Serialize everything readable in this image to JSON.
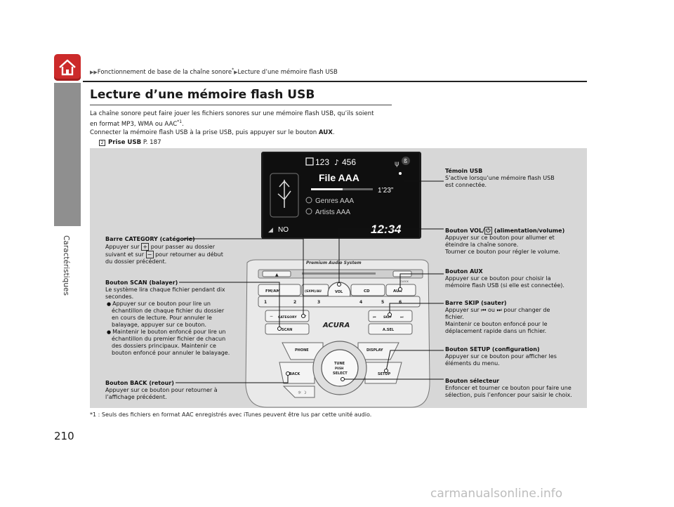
{
  "sidebar": {
    "section_label": "Caractéristiques"
  },
  "breadcrumb": {
    "part1": "Fonctionnement de base de la chaîne sonore",
    "star": "*",
    "part2": "Lecture d’une mémoire flash USB"
  },
  "page": {
    "title": "Lecture d’une mémoire flash USB",
    "intro_line1": "La chaîne sonore peut faire jouer les fichiers sonores sur une mémoire flash USB, qu’ils soient",
    "intro_line2": "en format MP3, WMA ou AAC",
    "intro_sup": "*1",
    "intro_line2_end": ".",
    "intro_line3": "Connecter la mémoire flash USB à la prise USB, puis appuyer sur le bouton ",
    "intro_aux": "AUX",
    "intro_line3_end": ".",
    "ref_label": "Prise USB",
    "ref_page": " P. 187",
    "footnote": "*1 : Seuls des fichiers en format AAC enregistrés avec iTunes peuvent être lus par cette unité audio.",
    "page_number": "210",
    "watermark": "carmanualsonline.info"
  },
  "display": {
    "folder": "123",
    "track": "456",
    "file": "File AAA",
    "time": "1’23”",
    "genre": "Genres AAA",
    "artist": "Artists AAA",
    "mode": "NO",
    "clock": "12:34"
  },
  "unit": {
    "brand": "Premium Audio System",
    "logo": "ACURA",
    "btn_fm": "FM/AM",
    "btn_xm": "(SXM)/AU",
    "btn_cd": "CD",
    "btn_aux": "AUX",
    "btn_vol": "VOL",
    "btn_clock": "CLOCK",
    "presets": [
      "1",
      "2",
      "3",
      "4",
      "5",
      "6"
    ],
    "btn_category": "CATEGORY",
    "btn_scan": "SCAN",
    "btn_skip": "SKIP",
    "btn_asel": "A.SEL",
    "btn_phone": "PHONE",
    "btn_display": "DISPLAY",
    "btn_back": "BACK",
    "btn_setup": "SETUP",
    "knob_l1": "TUNE",
    "knob_l2": "PUSH",
    "knob_l3": "SELECT"
  },
  "callouts": {
    "usb_title": "Témoin USB",
    "usb_text": "S’active lorsqu’une mémoire flash USB\nest connectée.",
    "vol_title_a": "Bouton VOL/",
    "vol_title_b": " (alimentation/volume)",
    "vol_text": "Appuyer sur ce bouton pour allumer et\néteindre la chaîne sonore.\nTourner ce bouton pour régler le volume.",
    "aux_title": "Bouton AUX",
    "aux_text": "Appuyer sur ce bouton pour choisir la\nmémoire flash USB (si elle est connectée).",
    "skip_title": "Barre SKIP (sauter)",
    "skip_text_a": "Appuyer sur ",
    "skip_text_b": " ou ",
    "skip_text_c": " pour changer de",
    "skip_text_d": "fichier.\nMaintenir ce bouton enfoncé pour le\ndéplacement rapide dans un fichier.",
    "setup_title": "Bouton SETUP (configuration)",
    "setup_text": "Appuyer sur ce bouton pour afficher les\néléments du menu.",
    "selector_title": "Bouton sélecteur",
    "selector_text": "Enfoncer et tourner ce bouton pour faire une\nsélection, puis l’enfoncer pour saisir le choix.",
    "category_title": "Barre CATEGORY (catégorie)",
    "category_a": "Appuyer sur ",
    "category_b": " pour passer au dossier",
    "category_c": "suivant et sur ",
    "category_d": " pour retourner au début",
    "category_e": "du dossier précédent.",
    "scan_title": "Bouton SCAN (balayer)",
    "scan_text": "Le système lira chaque fichier pendant dix\nsecondes.",
    "scan_b1": "Appuyer sur ce bouton pour lire un\néchantillon de chaque fichier du dossier\nen cours de lecture. Pour annuler le\nbalayage, appuyer sur ce bouton.",
    "scan_b2": "Maintenir le bouton enfoncé pour lire un\néchantillon du premier fichier de chacun\ndes dossiers principaux. Maintenir ce\nbouton enfoncé pour annuler le balayage.",
    "back_title": "Bouton BACK (retour)",
    "back_text": "Appuyer sur ce bouton pour retourner à\nl’affichage précédent."
  },
  "colors": {
    "accent": "#cc2a2a",
    "panel": "#d7d7d7",
    "sidebar": "#8f8f8f"
  }
}
